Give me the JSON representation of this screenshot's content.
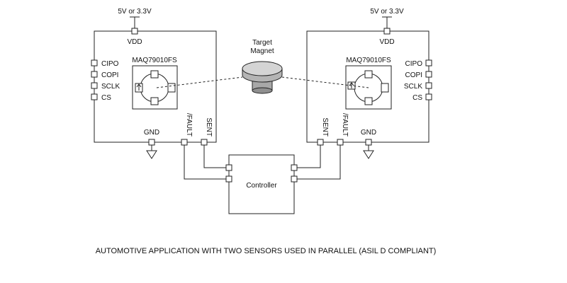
{
  "supply_left": "5V or 3.3V",
  "supply_right": "5V or 3.3V",
  "vdd_label": "VDD",
  "gnd_label": "GND",
  "chip_name": "MAQ79010FS",
  "pins": {
    "cipo": "CIPO",
    "copi": "COPI",
    "sclk": "SCLK",
    "cs": "CS"
  },
  "fault_label": "/FAULT",
  "sent_label": "SENT",
  "magnet": {
    "line1": "Target",
    "line2": "Magnet"
  },
  "controller_label": "Controller",
  "caption": "AUTOMOTIVE APPLICATION WITH TWO SENSORS USED IN PARALLEL (ASIL D COMPLIANT)",
  "colors": {
    "line": "#222222",
    "magnet_fill": "#d4d4d4",
    "magnet_dark": "#9a9a9a"
  }
}
